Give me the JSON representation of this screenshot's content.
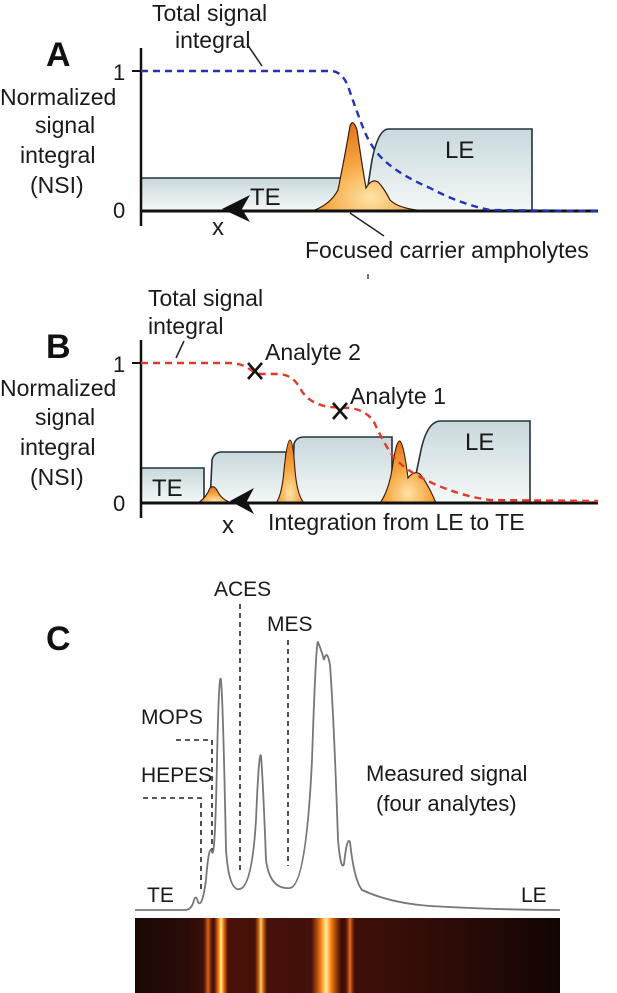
{
  "panel_a": {
    "letter": "A",
    "total_signal_line1": "Total signal",
    "total_signal_line2": "integral",
    "ylabel_lines": [
      "Normalized",
      "signal",
      "integral",
      "(NSI)"
    ],
    "y_tick_one": "1",
    "y_tick_zero": "0",
    "te_label": "TE",
    "le_label": "LE",
    "x_mark": "x",
    "focused_label": "Focused carrier ampholytes"
  },
  "panel_b": {
    "letter": "B",
    "total_signal_line1": "Total signal",
    "total_signal_line2": "integral",
    "analyte2_label": "Analyte 2",
    "analyte1_label": "Analyte 1",
    "ylabel_lines": [
      "Normalized",
      "signal",
      "integral",
      "(NSI)"
    ],
    "y_tick_one": "1",
    "y_tick_zero": "0",
    "te_label": "TE",
    "le_label": "LE",
    "x_mark": "x",
    "integration_label": "Integration from LE to TE"
  },
  "panel_c": {
    "letter": "C",
    "aces_label": "ACES",
    "mes_label": "MES",
    "mops_label": "MOPS",
    "hepes_label": "HEPES",
    "measured_line1": "Measured signal",
    "measured_line2": "(four analytes)",
    "te_label": "TE",
    "le_label": "LE"
  },
  "colors": {
    "integral_a": "#2233bb",
    "integral_b": "#e23a2a",
    "zone_fill": "#dfe8ea",
    "peak_orange": "#f59a3a",
    "signal_gray": "#777777",
    "axis": "#111111"
  }
}
